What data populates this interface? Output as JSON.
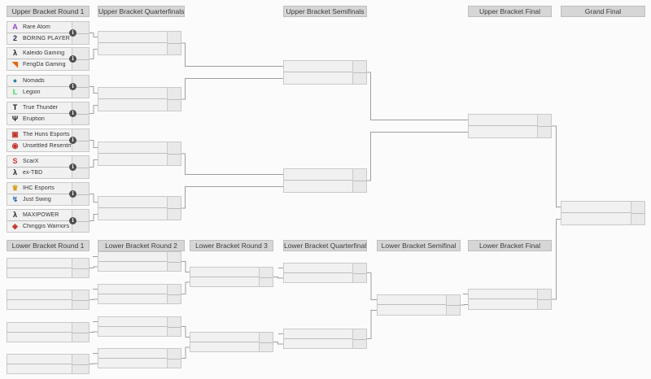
{
  "colors": {
    "background": "#fbfbfb",
    "box_fill": "#f1f1f1",
    "box_border": "#c9c9c9",
    "row_divider": "#bdbdbd",
    "score_fill": "#e9e9e9",
    "header_fill": "#d6d6d6",
    "header_border": "#bfbfbf",
    "header_text": "#3b3b3b",
    "connector": "#9f9f9f",
    "team_text": "#333333",
    "info_icon": "#4f4f4f"
  },
  "headers": {
    "upper": [
      "Upper Bracket Round 1",
      "Upper Bracket Quarterfinals",
      "Upper Bracket Semifinals",
      "Upper Bracket Final",
      "Grand Final"
    ],
    "lower": [
      "Lower Bracket Round 1",
      "Lower Bracket Round 2",
      "Lower Bracket Round 3",
      "Lower Bracket Quarterfinals",
      "Lower Bracket Semifinal",
      "Lower Bracket Final"
    ]
  },
  "teams": [
    {
      "name": "Rare Atom",
      "icon": {
        "name": "rare-atom-logo",
        "glyph": "A",
        "color": "#9146c8"
      }
    },
    {
      "name": "BORING PLAYER",
      "icon": {
        "name": "boring-player-logo",
        "glyph": "2",
        "color": "#1b2a4a"
      }
    },
    {
      "name": "Kaleido Gaming",
      "icon": {
        "name": "kaleido-gaming-logo",
        "glyph": "λ",
        "color": "#1a1a1a"
      }
    },
    {
      "name": "FengDa Gaming",
      "icon": {
        "name": "fengda-gaming-logo",
        "glyph": "◥",
        "color": "#e8640f"
      }
    },
    {
      "name": "Nomads",
      "icon": {
        "name": "nomads-logo",
        "glyph": "●",
        "color": "#2e7fae"
      }
    },
    {
      "name": "Legion",
      "icon": {
        "name": "legion-logo",
        "glyph": "L",
        "color": "#27e04e"
      }
    },
    {
      "name": "True Thunder",
      "icon": {
        "name": "true-thunder-logo",
        "glyph": "T",
        "color": "#111111"
      }
    },
    {
      "name": "Eruption",
      "icon": {
        "name": "eruption-logo",
        "glyph": "Ψ",
        "color": "#1a1a1a"
      }
    },
    {
      "name": "The Huns Esports",
      "icon": {
        "name": "huns-esports-logo",
        "glyph": "▣",
        "color": "#c2342c"
      }
    },
    {
      "name": "Unsettled Resentment",
      "icon": {
        "name": "unsettled-resentment-logo",
        "glyph": "◉",
        "color": "#c2342c"
      }
    },
    {
      "name": "ScarX",
      "icon": {
        "name": "scarx-logo",
        "glyph": "S",
        "color": "#d03030"
      }
    },
    {
      "name": "ex-TBD",
      "icon": {
        "name": "ex-tbd-logo",
        "glyph": "λ",
        "color": "#1a1a1a"
      }
    },
    {
      "name": "IHC Esports",
      "icon": {
        "name": "ihc-esports-logo",
        "glyph": "♛",
        "color": "#d4a017"
      }
    },
    {
      "name": "Just Swing",
      "icon": {
        "name": "just-swing-logo",
        "glyph": "↯",
        "color": "#2b6cb0"
      }
    },
    {
      "name": "MAXIPOWER",
      "icon": {
        "name": "maxipower-logo",
        "glyph": "λ",
        "color": "#1a1a1a"
      }
    },
    {
      "name": "Chinggis Warriors",
      "icon": {
        "name": "chinggis-warriors-logo",
        "glyph": "◈",
        "color": "#c2342c"
      }
    }
  ],
  "info_icon_glyph": "i"
}
